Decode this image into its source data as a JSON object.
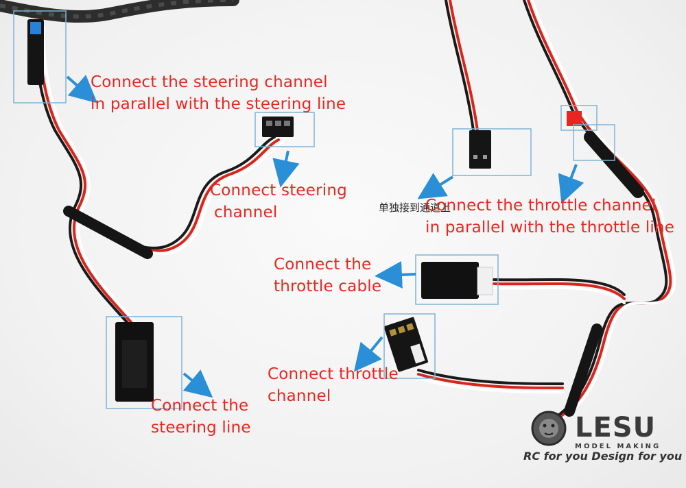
{
  "labels": {
    "steering_parallel": [
      "Connect the steering channel",
      "in parallel with the steering line"
    ],
    "steering_channel": [
      "Connect steering",
      "channel"
    ],
    "throttle_parallel": [
      "Connect the throttle channel",
      "in parallel with the throttle line"
    ],
    "throttle_cable": [
      "Connect the",
      "throttle cable"
    ],
    "throttle_channel": [
      "Connect throttle",
      "channel"
    ],
    "steering_line": [
      "Connect the",
      "steering line"
    ],
    "chinese_note": "单独接到通道上"
  },
  "brand": {
    "name": "LESU",
    "sub": "MODEL MAKING",
    "slogan": "RC for you Design for you"
  },
  "colors": {
    "label_text": "#e8261f",
    "highlight_box": "#7fb4d6",
    "arrow": "#2a8fd6",
    "wire_red": "#d8261c",
    "wire_black": "#1a1a1a",
    "wire_white": "#ffffff"
  }
}
